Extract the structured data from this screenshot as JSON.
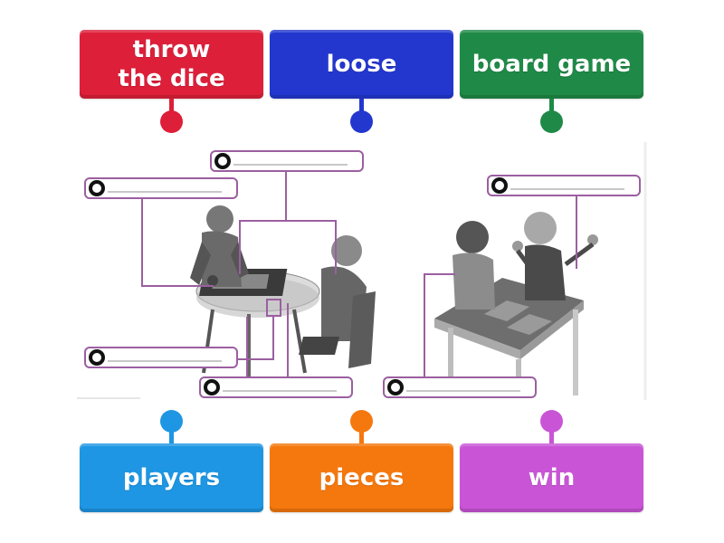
{
  "top_tiles": [
    {
      "label_line1": "throw",
      "label_line2": "the dice",
      "color": "#dd1f3a",
      "pin_color": "#dd1f3a"
    },
    {
      "label": "loose",
      "color": "#2337cf",
      "pin_color": "#2337cf"
    },
    {
      "label": "board game",
      "color": "#1f8a47",
      "pin_color": "#1f8a47"
    }
  ],
  "bottom_tiles": [
    {
      "label": "players",
      "color": "#1e96e3",
      "pin_color": "#1e96e3"
    },
    {
      "label": "pieces",
      "color": "#f5780e",
      "pin_color": "#f5780e"
    },
    {
      "label": "win",
      "color": "#c955d6",
      "pin_color": "#c955d6"
    }
  ],
  "drop_zones": [
    {
      "id": "dz1",
      "answer": ""
    },
    {
      "id": "dz2",
      "answer": ""
    },
    {
      "id": "dz3",
      "answer": ""
    },
    {
      "id": "dz4",
      "answer": ""
    },
    {
      "id": "dz5",
      "answer": ""
    },
    {
      "id": "dz6",
      "answer": ""
    },
    {
      "id": "dz7",
      "answer": ""
    }
  ],
  "colors": {
    "drop_zone_border": "#9b5fa0",
    "connector": "#9b5fa0"
  }
}
